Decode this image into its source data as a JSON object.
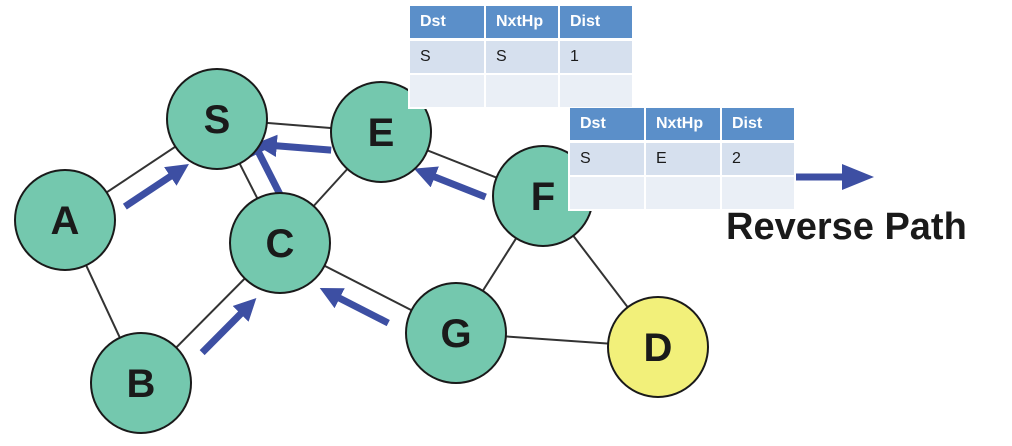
{
  "nodes": [
    {
      "id": "S",
      "label": "S",
      "fill": "#74c8ae"
    },
    {
      "id": "E",
      "label": "E",
      "fill": "#74c8ae"
    },
    {
      "id": "A",
      "label": "A",
      "fill": "#74c8ae"
    },
    {
      "id": "C",
      "label": "C",
      "fill": "#74c8ae"
    },
    {
      "id": "F",
      "label": "F",
      "fill": "#74c8ae"
    },
    {
      "id": "G",
      "label": "G",
      "fill": "#74c8ae"
    },
    {
      "id": "D",
      "label": "D",
      "fill": "#f2f07a"
    },
    {
      "id": "B",
      "label": "B",
      "fill": "#74c8ae"
    }
  ],
  "edges": [
    [
      "A",
      "S"
    ],
    [
      "A",
      "B"
    ],
    [
      "S",
      "E"
    ],
    [
      "S",
      "C"
    ],
    [
      "E",
      "C"
    ],
    [
      "E",
      "F"
    ],
    [
      "B",
      "C"
    ],
    [
      "C",
      "G"
    ],
    [
      "F",
      "G"
    ],
    [
      "F",
      "D"
    ],
    [
      "G",
      "D"
    ]
  ],
  "arrows": [
    {
      "from": "A",
      "to": "S"
    },
    {
      "from": "E",
      "to": "S"
    },
    {
      "from": "C",
      "to": "S"
    },
    {
      "from": "B",
      "to": "C"
    },
    {
      "from": "F",
      "to": "E"
    },
    {
      "from": "G",
      "to": "C"
    }
  ],
  "colors": {
    "node_stroke": "#1a1a1a",
    "edge": "#333333",
    "arrow": "#3d4fa3",
    "table_header": "#5b8fc9",
    "table_cell": "#d6e0ee"
  },
  "tables": {
    "at_e": {
      "headers": [
        "Dst",
        "NxtHp",
        "Dist"
      ],
      "rows": [
        [
          "S",
          "S",
          "1"
        ],
        [
          "",
          "",
          ""
        ]
      ]
    },
    "at_f": {
      "headers": [
        "Dst",
        "NxtHp",
        "Dist"
      ],
      "rows": [
        [
          "S",
          "E",
          "2"
        ],
        [
          "",
          "",
          ""
        ]
      ]
    }
  },
  "caption": "Reverse Path"
}
